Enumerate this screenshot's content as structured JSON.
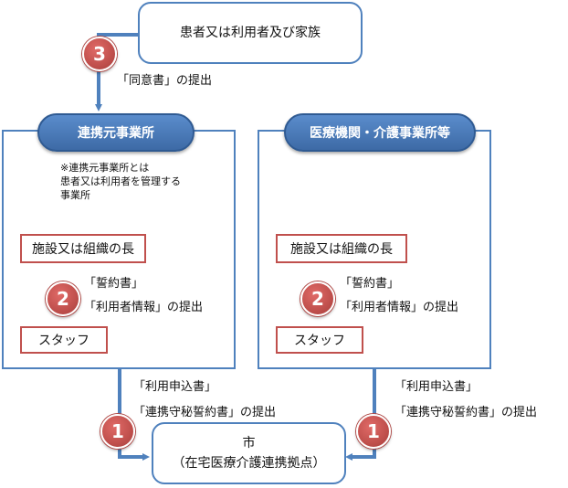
{
  "top_box": {
    "text": "患者又は利用者及び家族"
  },
  "step3": {
    "number": "3",
    "label": "「同意書」の提出"
  },
  "left_panel": {
    "title": "連携元事業所",
    "note_lines": [
      "※連携元事業所とは",
      "患者又は利用者を管理する",
      "事業所"
    ],
    "head_box": "施設又は組織の長",
    "staff_box": "スタッフ",
    "step_number": "2",
    "step_lines": [
      "「誓約書」",
      "「利用者情報」の提出"
    ]
  },
  "right_panel": {
    "title": "医療機関・介護事業所等",
    "head_box": "施設又は組織の長",
    "staff_box": "スタッフ",
    "step_number": "2",
    "step_lines": [
      "「誓約書」",
      "「利用者情報」の提出"
    ]
  },
  "step1_left": {
    "number": "1",
    "lines": [
      "「利用申込書」",
      "「連携守秘誓約書」の提出"
    ]
  },
  "step1_right": {
    "number": "1",
    "lines": [
      "「利用申込書」",
      "「連携守秘誓約書」の提出"
    ]
  },
  "bottom_box": {
    "lines": [
      "市",
      "（在宅医療介護連携拠点）"
    ]
  },
  "colors": {
    "blue": "#4f81bd",
    "red": "#c0504d"
  }
}
